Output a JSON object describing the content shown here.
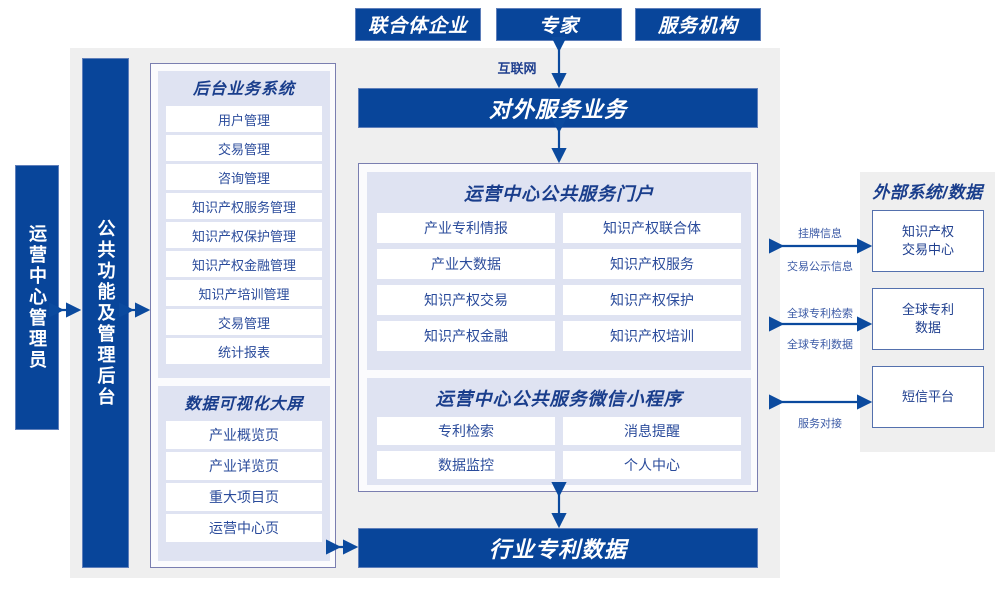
{
  "colors": {
    "primary_blue": "#08459a",
    "panel_bg": "#dfe3f2",
    "backdrop_gray": "#efefef",
    "frame_border": "#7a7eb0",
    "text_blue": "#2a4b9b"
  },
  "top_actors": [
    {
      "label": "联合体企业"
    },
    {
      "label": "专家"
    },
    {
      "label": "服务机构"
    }
  ],
  "connectors": {
    "internet_label": "互联网"
  },
  "left_bars": {
    "admin": "运营中心管理员",
    "platform": "公共功能及管理后台"
  },
  "backend_panel": {
    "title": "后台业务系统",
    "items": [
      "用户管理",
      "交易管理",
      "咨询管理",
      "知识产权服务管理",
      "知识产权保护管理",
      "知识产权金融管理",
      "知识产培训管理",
      "交易管理",
      "统计报表"
    ]
  },
  "visualization_panel": {
    "title": "数据可视化大屏",
    "items": [
      "产业概览页",
      "产业详览页",
      "重大项目页",
      "运营中心页"
    ]
  },
  "external_service_bar": {
    "label": "对外服务业务"
  },
  "portal_panel": {
    "title": "运营中心公共服务门户",
    "items": [
      "产业专利情报",
      "知识产权联合体",
      "产业大数据",
      "知识产权服务",
      "知识产权交易",
      "知识产权保护",
      "知识产权金融",
      "知识产权培训"
    ]
  },
  "miniprogram_panel": {
    "title": "运营中心公共服务微信小程序",
    "items": [
      "专利检索",
      "消息提醒",
      "数据监控",
      "个人中心"
    ]
  },
  "bottom_bar": {
    "label": "行业专利数据"
  },
  "external_panel": {
    "title": "外部系统/数据",
    "systems": [
      {
        "label": "知识产权\n交易中心",
        "line1": "知识产权",
        "line2": "交易中心",
        "edge_labels": [
          "挂牌信息",
          "交易公示信息"
        ]
      },
      {
        "label": "全球专利\n数据",
        "line1": "全球专利",
        "line2": "数据",
        "edge_labels": [
          "全球专利检索",
          "全球专利数据"
        ]
      },
      {
        "label": "短信平台",
        "line1": "短信平台",
        "line2": "",
        "edge_labels": [
          "服务对接"
        ]
      }
    ]
  }
}
